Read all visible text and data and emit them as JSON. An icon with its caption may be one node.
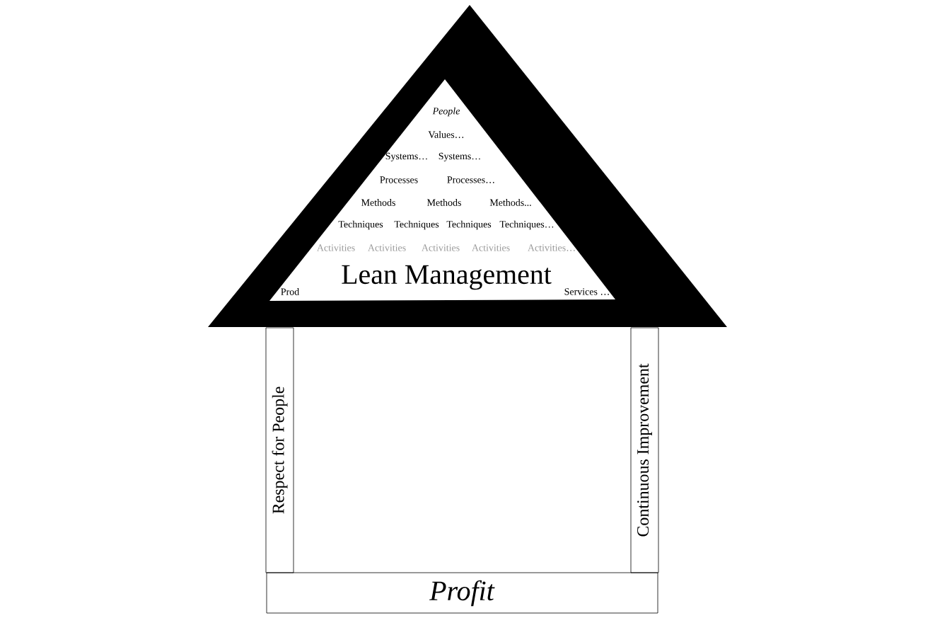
{
  "diagram": {
    "nodes": [
      {
        "text": [
          "Lean Management"
        ]
      },
      {
        "text": [
          "Respect for People"
        ]
      },
      {
        "text": [
          "Continuous Improvement"
        ]
      },
      {
        "text": [
          "Profit"
        ]
      }
    ],
    "edges": [],
    "labels": [
      "People",
      "Values…",
      "Systems…",
      "Systems…",
      "Processes",
      "Processes…",
      "Methods",
      "Methods",
      "Methods...",
      "Techniques",
      "Techniques",
      "Techniques",
      "Techniques…",
      "Activities",
      "Activities",
      "Activities",
      "Activities",
      "Activities…",
      "Prod",
      "Services …"
    ]
  }
}
